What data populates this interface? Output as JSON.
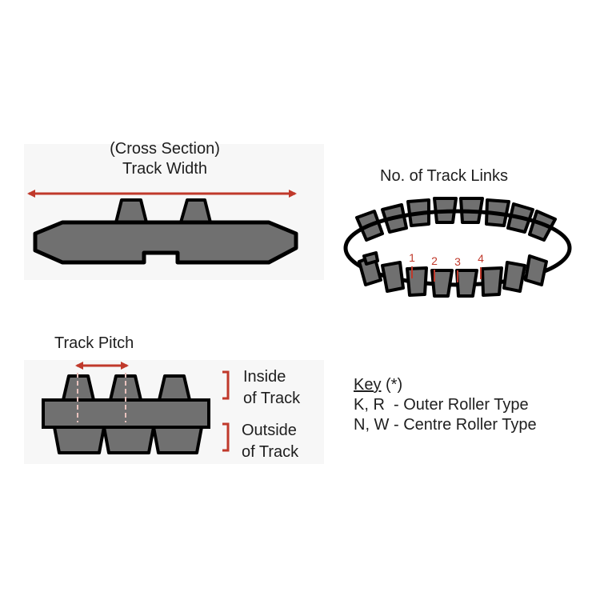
{
  "cross_section": {
    "title_line1": "(Cross Section)",
    "title_line2": "Track Width"
  },
  "track_links": {
    "title": "No. of Track Links",
    "link_numbers": [
      "1",
      "2",
      "3",
      "4"
    ]
  },
  "track_pitch": {
    "title": "Track Pitch",
    "inside_label_line1": "Inside",
    "inside_label_line2": "of Track",
    "outside_label_line1": "Outside",
    "outside_label_line2": "of Track"
  },
  "key": {
    "heading": "Key",
    "asterisk": " (*)",
    "line1": "K, R  - Outer Roller Type",
    "line2": "N, W - Centre Roller Type"
  },
  "colors": {
    "accent": "#c0392b",
    "track_fill": "#707070",
    "outline": "#000000"
  }
}
